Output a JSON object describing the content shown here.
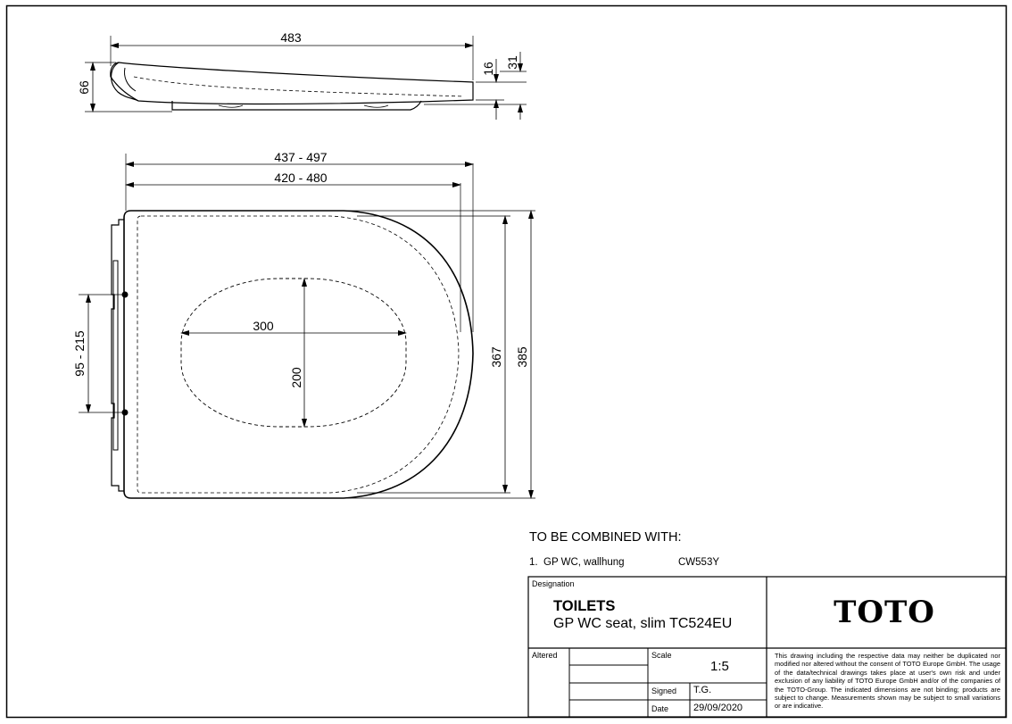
{
  "drawing": {
    "side_view": {
      "length": "483",
      "height": "66",
      "thickness_front": "16",
      "thickness_total": "31"
    },
    "top_view": {
      "fixing_range_outer": "437 - 497",
      "fixing_range_inner": "420 - 480",
      "hole_distance": "95 - 215",
      "opening_width": "300",
      "opening_depth": "200",
      "seat_width_inner": "367",
      "seat_width_outer": "385"
    }
  },
  "combine": {
    "title": "TO BE COMBINED WITH:",
    "items": [
      {
        "index": "1.",
        "name": "GP WC, wallhung",
        "code": "CW553Y"
      }
    ]
  },
  "title_block": {
    "designation_label": "Designation",
    "category": "TOILETS",
    "product": "GP WC seat, slim TC524EU",
    "altered_label": "Altered",
    "scale_label": "Scale",
    "scale_value": "1:5",
    "signed_label": "Signed",
    "signed_value": "T.G.",
    "date_label": "Date",
    "date_value": "29/09/2020",
    "brand": "TOTO",
    "legal_text": "This drawing including the respective data may neither be duplicated nor modified nor altered without the consent of TOTO Europe GmbH. The usage of the data/technical drawings takes place at user's own risk and under exclusion of any liability of TOTO Europe GmbH and/or of the companies of the TOTO-Group. The indicated dimensions are not binding; products are subject to change. Measurements shown may be subject to small variations or are indicative."
  }
}
